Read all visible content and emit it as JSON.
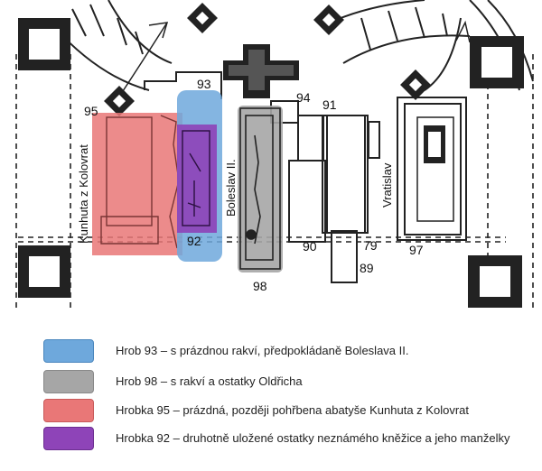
{
  "labels": {
    "n95": "95",
    "n93": "93",
    "n94": "94",
    "n91": "91",
    "n92": "92",
    "n90": "90",
    "n79": "79",
    "n89": "89",
    "n97": "97",
    "n98": "98",
    "kunhuta": "Kunhuta z Kolovrat",
    "boleslav": "Boleslav II.",
    "vratislav": "Vratislav"
  },
  "colors": {
    "blue": "#6ea8dc",
    "gray": "#a6a6a6",
    "red": "#e97777",
    "purple": "#8e44b8"
  },
  "legend": [
    {
      "label": "Hrob 93 – s prázdnou rakví, předpokládaně Boleslava II.",
      "color_key": "blue"
    },
    {
      "label": "Hrob 98 – s rakví a ostatky Oldřicha",
      "color_key": "gray"
    },
    {
      "label": "Hrobka 95 – prázdná, později pohřbena abatyše Kunhuta z Kolovrat",
      "color_key": "red"
    },
    {
      "label": "Hrobka 92 – druhotně uložené ostatky neznámého kněžice a jeho manželky",
      "color_key": "purple"
    }
  ]
}
